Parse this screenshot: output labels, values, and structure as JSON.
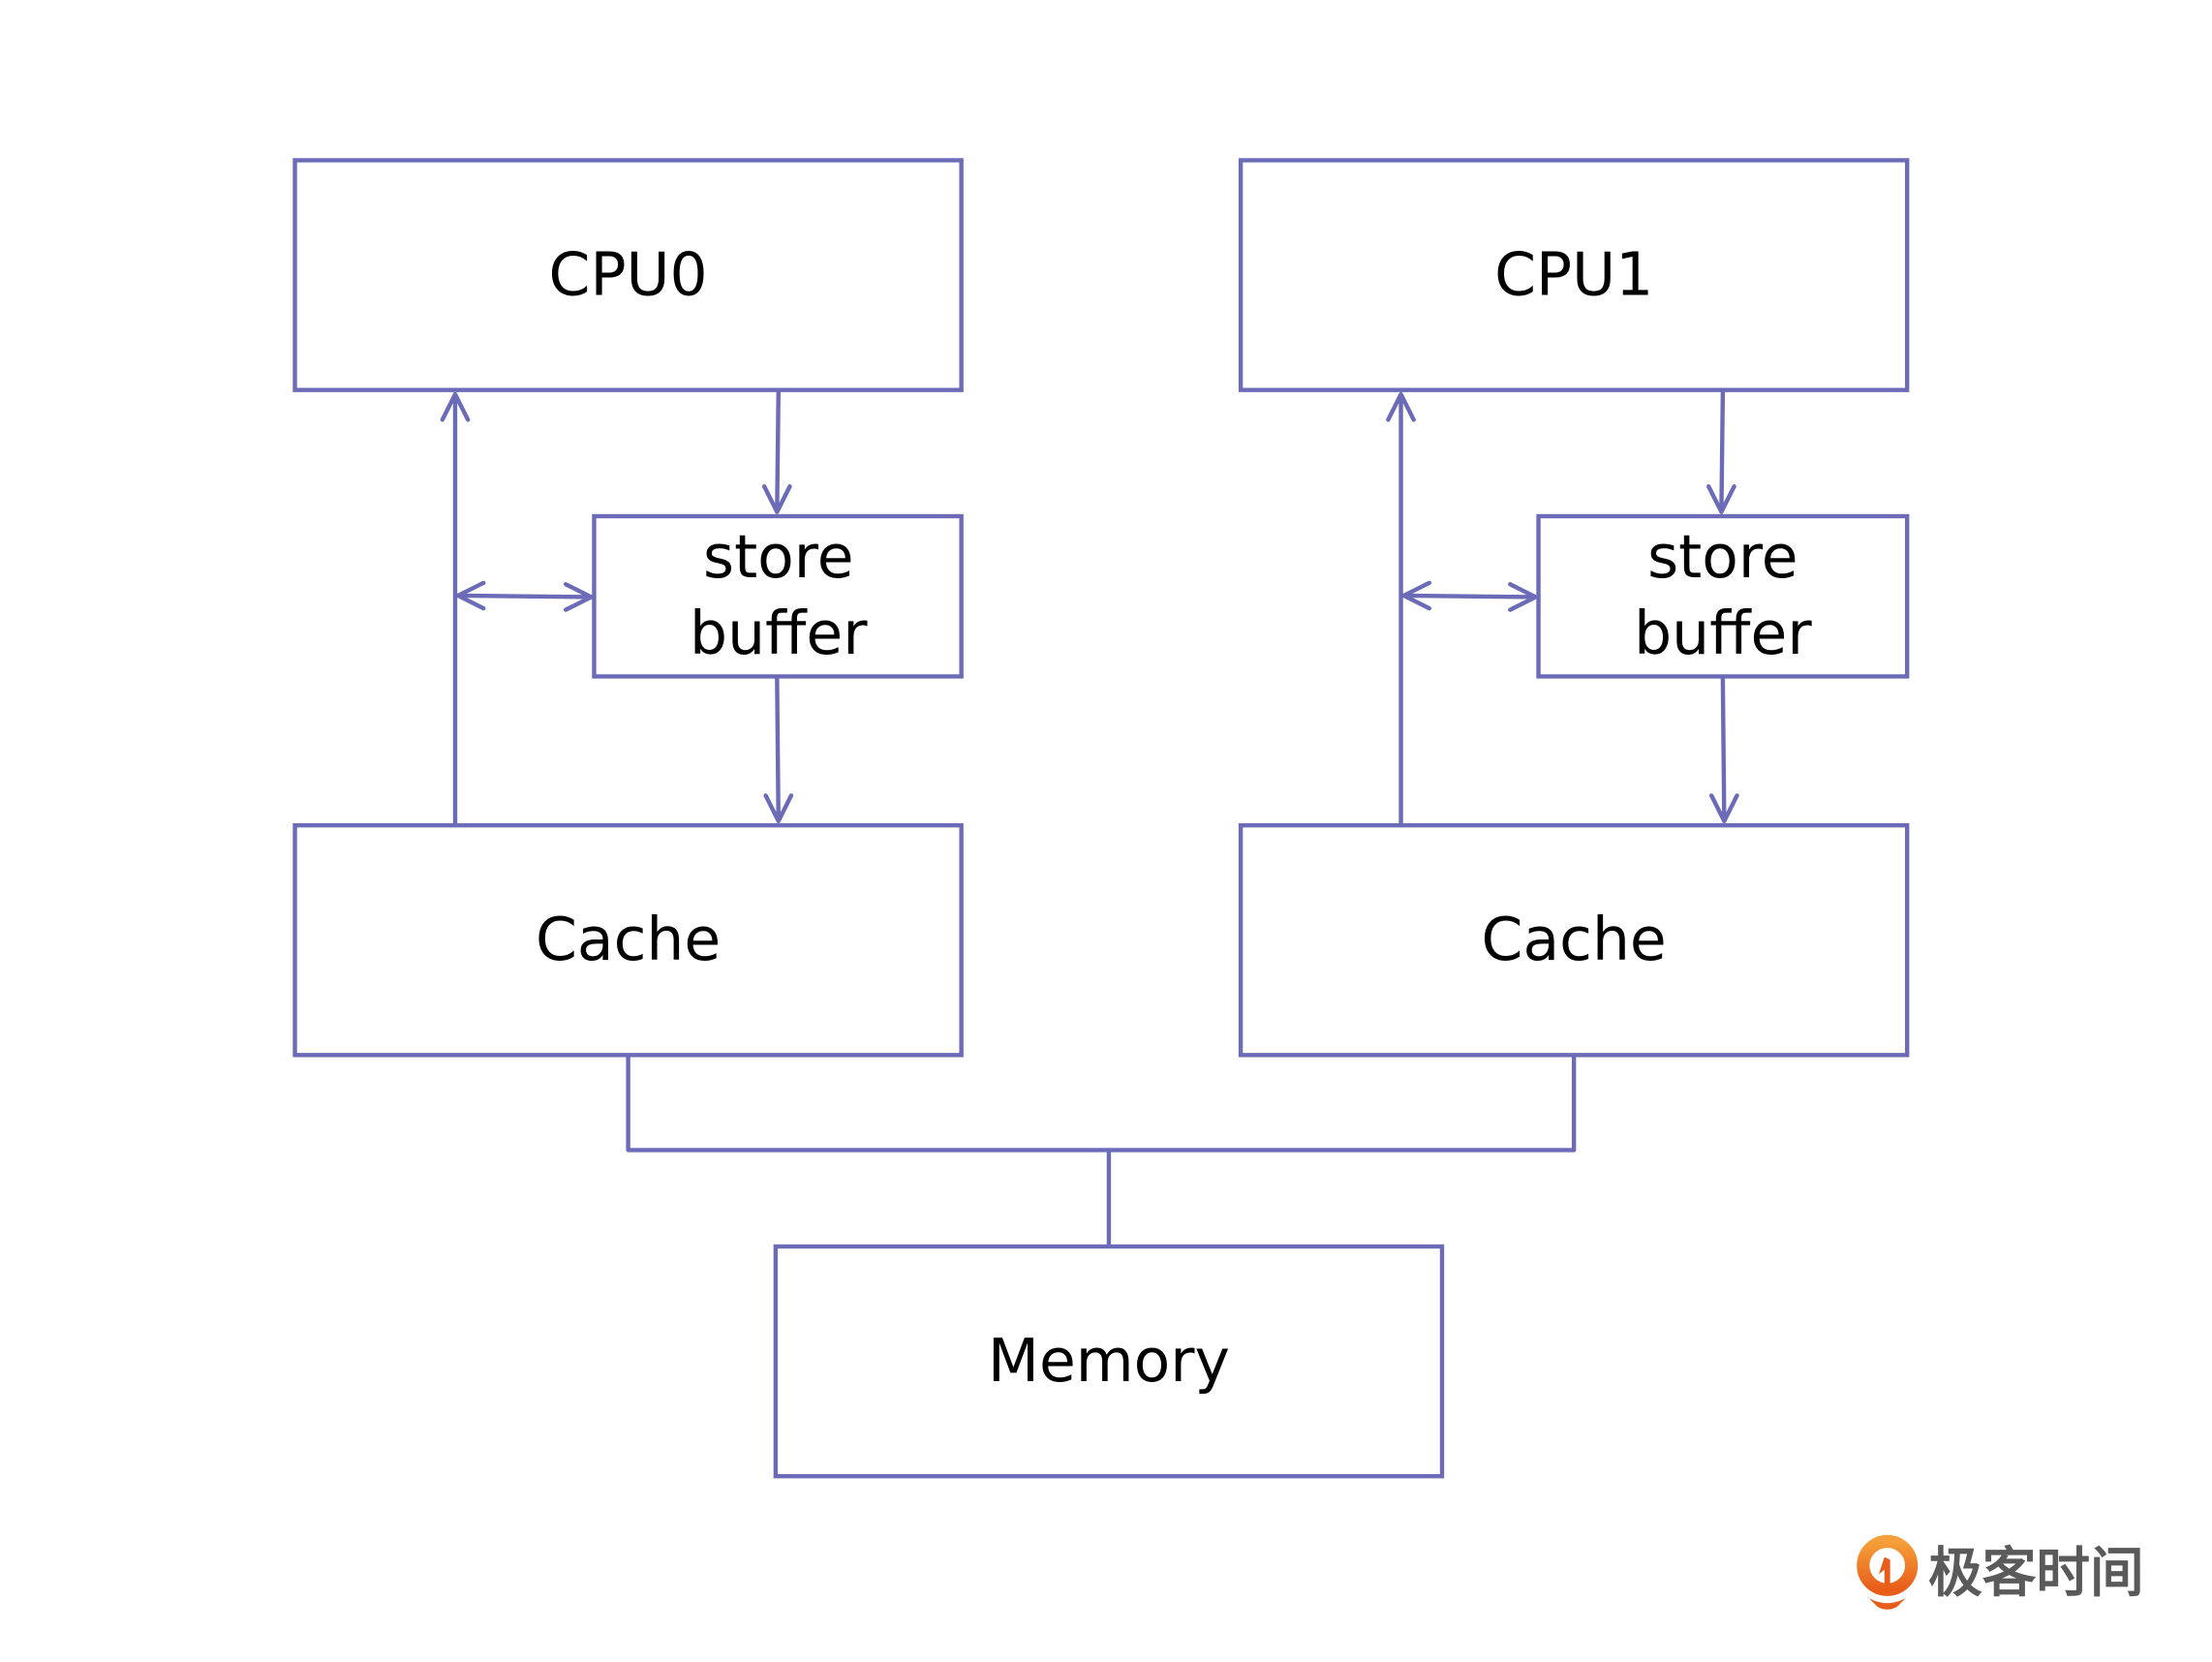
{
  "diagram": {
    "stroke_color": "#6b6bb8",
    "nodes": {
      "cpu0": "CPU0",
      "cpu1": "CPU1",
      "store_buffer_0": [
        "store",
        "buffer"
      ],
      "store_buffer_1": [
        "store",
        "buffer"
      ],
      "cache0": "Cache",
      "cache1": "Cache",
      "memory": "Memory"
    },
    "edges": [
      {
        "from": "cache0",
        "to": "cpu0",
        "type": "arrow"
      },
      {
        "from": "cpu0",
        "to": "store_buffer_0",
        "type": "arrow"
      },
      {
        "from": "store_buffer_0",
        "to": "cache0",
        "type": "arrow"
      },
      {
        "from": "store_buffer_0",
        "to": "cache0-cpu0 line",
        "type": "bidirectional"
      },
      {
        "from": "cache1",
        "to": "cpu1",
        "type": "arrow"
      },
      {
        "from": "cpu1",
        "to": "store_buffer_1",
        "type": "arrow"
      },
      {
        "from": "store_buffer_1",
        "to": "cache1",
        "type": "arrow"
      },
      {
        "from": "store_buffer_1",
        "to": "cache1-cpu1 line",
        "type": "bidirectional"
      },
      {
        "from": "cache0",
        "to": "memory",
        "type": "bus"
      },
      {
        "from": "cache1",
        "to": "memory",
        "type": "bus"
      }
    ]
  },
  "watermark": {
    "text": "极客时间",
    "logo_color": "#ee7624"
  }
}
